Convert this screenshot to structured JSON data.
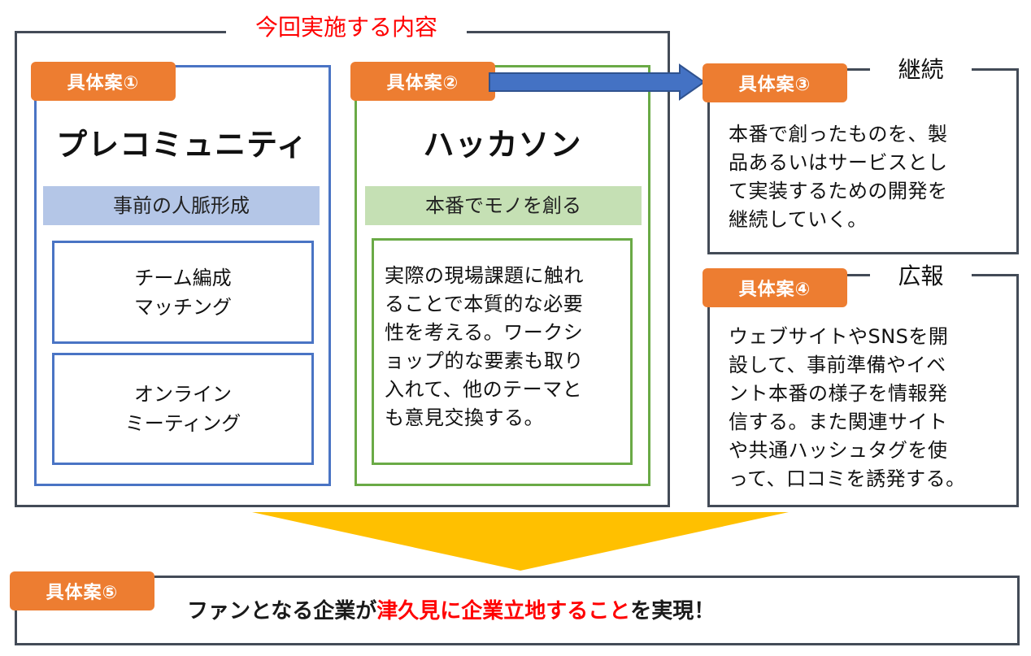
{
  "main_section": {
    "label": "今回実施する内容"
  },
  "plan1": {
    "tag": "具体案①",
    "title": "プレコミュニティ",
    "subtitle": "事前の人脈形成",
    "item1": [
      "チーム編成",
      "マッチング"
    ],
    "item2": [
      "オンライン",
      "ミーティング"
    ]
  },
  "plan2": {
    "tag": "具体案②",
    "title": "ハッカソン",
    "subtitle": "本番でモノを創る",
    "description": [
      "実際の現場課題に触れ",
      "ることで本質的な必要",
      "性を考える。ワークシ",
      "ョップ的な要素も取り",
      "入れて、他のテーマと",
      "も意見交換する。"
    ]
  },
  "plan3": {
    "tag": "具体案③",
    "label": "継続",
    "description": [
      "本番で創ったものを、製",
      "品あるいはサービスとし",
      "て実装するための開発を",
      "継続していく。"
    ]
  },
  "plan4": {
    "tag": "具体案④",
    "label": "広報",
    "description": [
      "ウェブサイトやSNSを開",
      "設して、事前準備やイベ",
      "ント本番の様子を情報発",
      "信する。また関連サイト",
      "や共通ハッシュタグを使",
      "って、口コミを誘発する。"
    ]
  },
  "plan5": {
    "tag": "具体案⑤",
    "text_before": "ファンとなる企業が",
    "text_highlight": "津久見に企業立地すること",
    "text_after": "を実現！"
  },
  "colors": {
    "tag_orange": "#ed7d31",
    "frame_dark": "#434b57",
    "frame_blue": "#4a74c4",
    "frame_green": "#6aaa46",
    "band_blue": "#b4c6e7",
    "band_green": "#c5e0b4",
    "arrow_blue": "#4472c4",
    "arrow_yellow": "#ffc000",
    "highlight_red": "#ff0000"
  }
}
